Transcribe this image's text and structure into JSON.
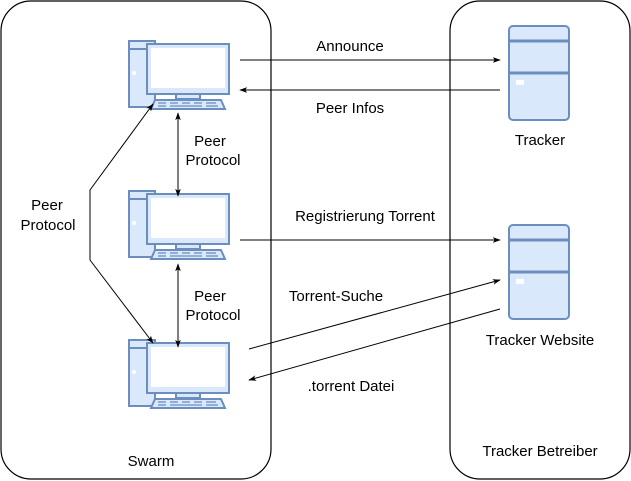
{
  "groups": {
    "swarm": "Swarm",
    "tracker_operator": "Tracker Betreiber"
  },
  "nodes": {
    "tracker": "Tracker",
    "tracker_website": "Tracker Website"
  },
  "edges": {
    "announce": "Announce",
    "peer_infos": "Peer Infos",
    "registration": "Registrierung Torrent",
    "torrent_search": "Torrent-Suche",
    "torrent_file": ".torrent Datei",
    "peer_protocol_top": [
      "Peer",
      "Protocol"
    ],
    "peer_protocol_bottom": [
      "Peer",
      "Protocol"
    ],
    "peer_protocol_left": [
      "Peer",
      "Protocol"
    ]
  },
  "colors": {
    "device_fill": "#dae8fc",
    "device_stroke": "#6c8ebf",
    "server_fill": "#dae8fc",
    "line": "#000000"
  },
  "icons": [
    "computer-icon",
    "server-icon"
  ]
}
